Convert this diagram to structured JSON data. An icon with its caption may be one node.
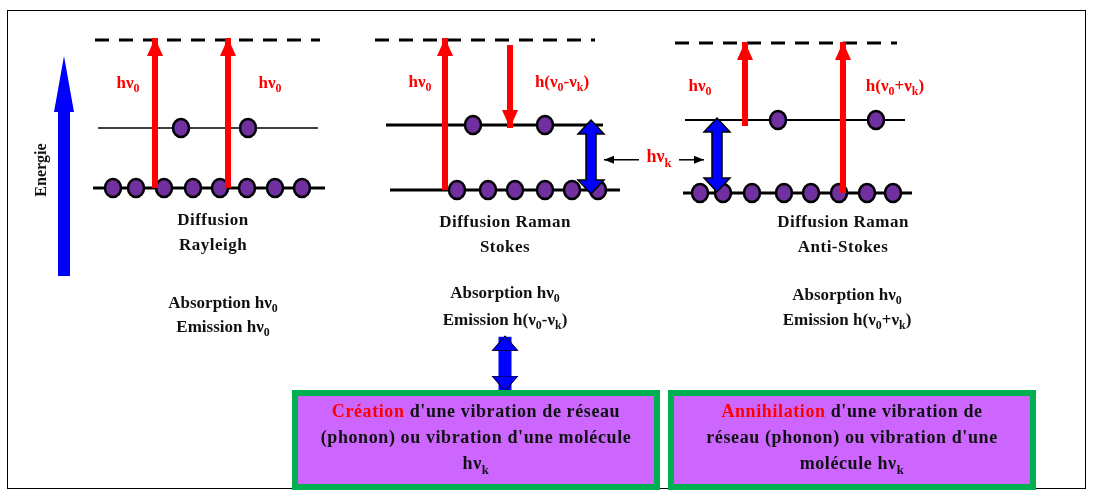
{
  "diagram": {
    "nodes": [
      {
        "text": [
          "Absorption hν$_{0}$",
          "Emission h(ν$_{0}$-ν$_{k}$)"
        ]
      },
      {
        "text": [
          "Création",
          "d'une vibration de réseau (phonon) ou vibration d'une molécule hν$_{k}$"
        ]
      },
      {
        "text": [
          "Annihilation",
          "d'une vibration de réseau (phonon) ou vibration d'une molécule hν$_{k}$"
        ]
      },
      {
        "text": [
          "hν$_{k}$"
        ]
      },
      {
        "text": [],
        "shape": "arrow"
      },
      {
        "text": [],
        "shape": "arrow"
      }
    ],
    "edges": [
      {
        "from": 0,
        "to": 1,
        "arrow": "both",
        "style": "thick",
        "color": "#0000ff"
      },
      {
        "from": 3,
        "to": 4,
        "arrow": "to"
      },
      {
        "from": 3,
        "to": 5,
        "arrow": "to"
      }
    ],
    "labels": [
      "Energie",
      "hν$_{0}$",
      "hν$_{0}$",
      "Diffusion Rayleigh",
      "Absorption hν$_{0}$",
      "Emission hν$_{0}$",
      "hν$_{0}$",
      "h(ν$_{0}$-ν$_{k}$)",
      "Diffusion Raman Stokes",
      "hν$_{0}$",
      "h(ν$_{0}$+ν$_{k}$)",
      "Diffusion Raman Anti-Stokes",
      "Absorption hν$_{0}$",
      "Emission h(ν$_{0}$+ν$_{k}$)"
    ]
  }
}
